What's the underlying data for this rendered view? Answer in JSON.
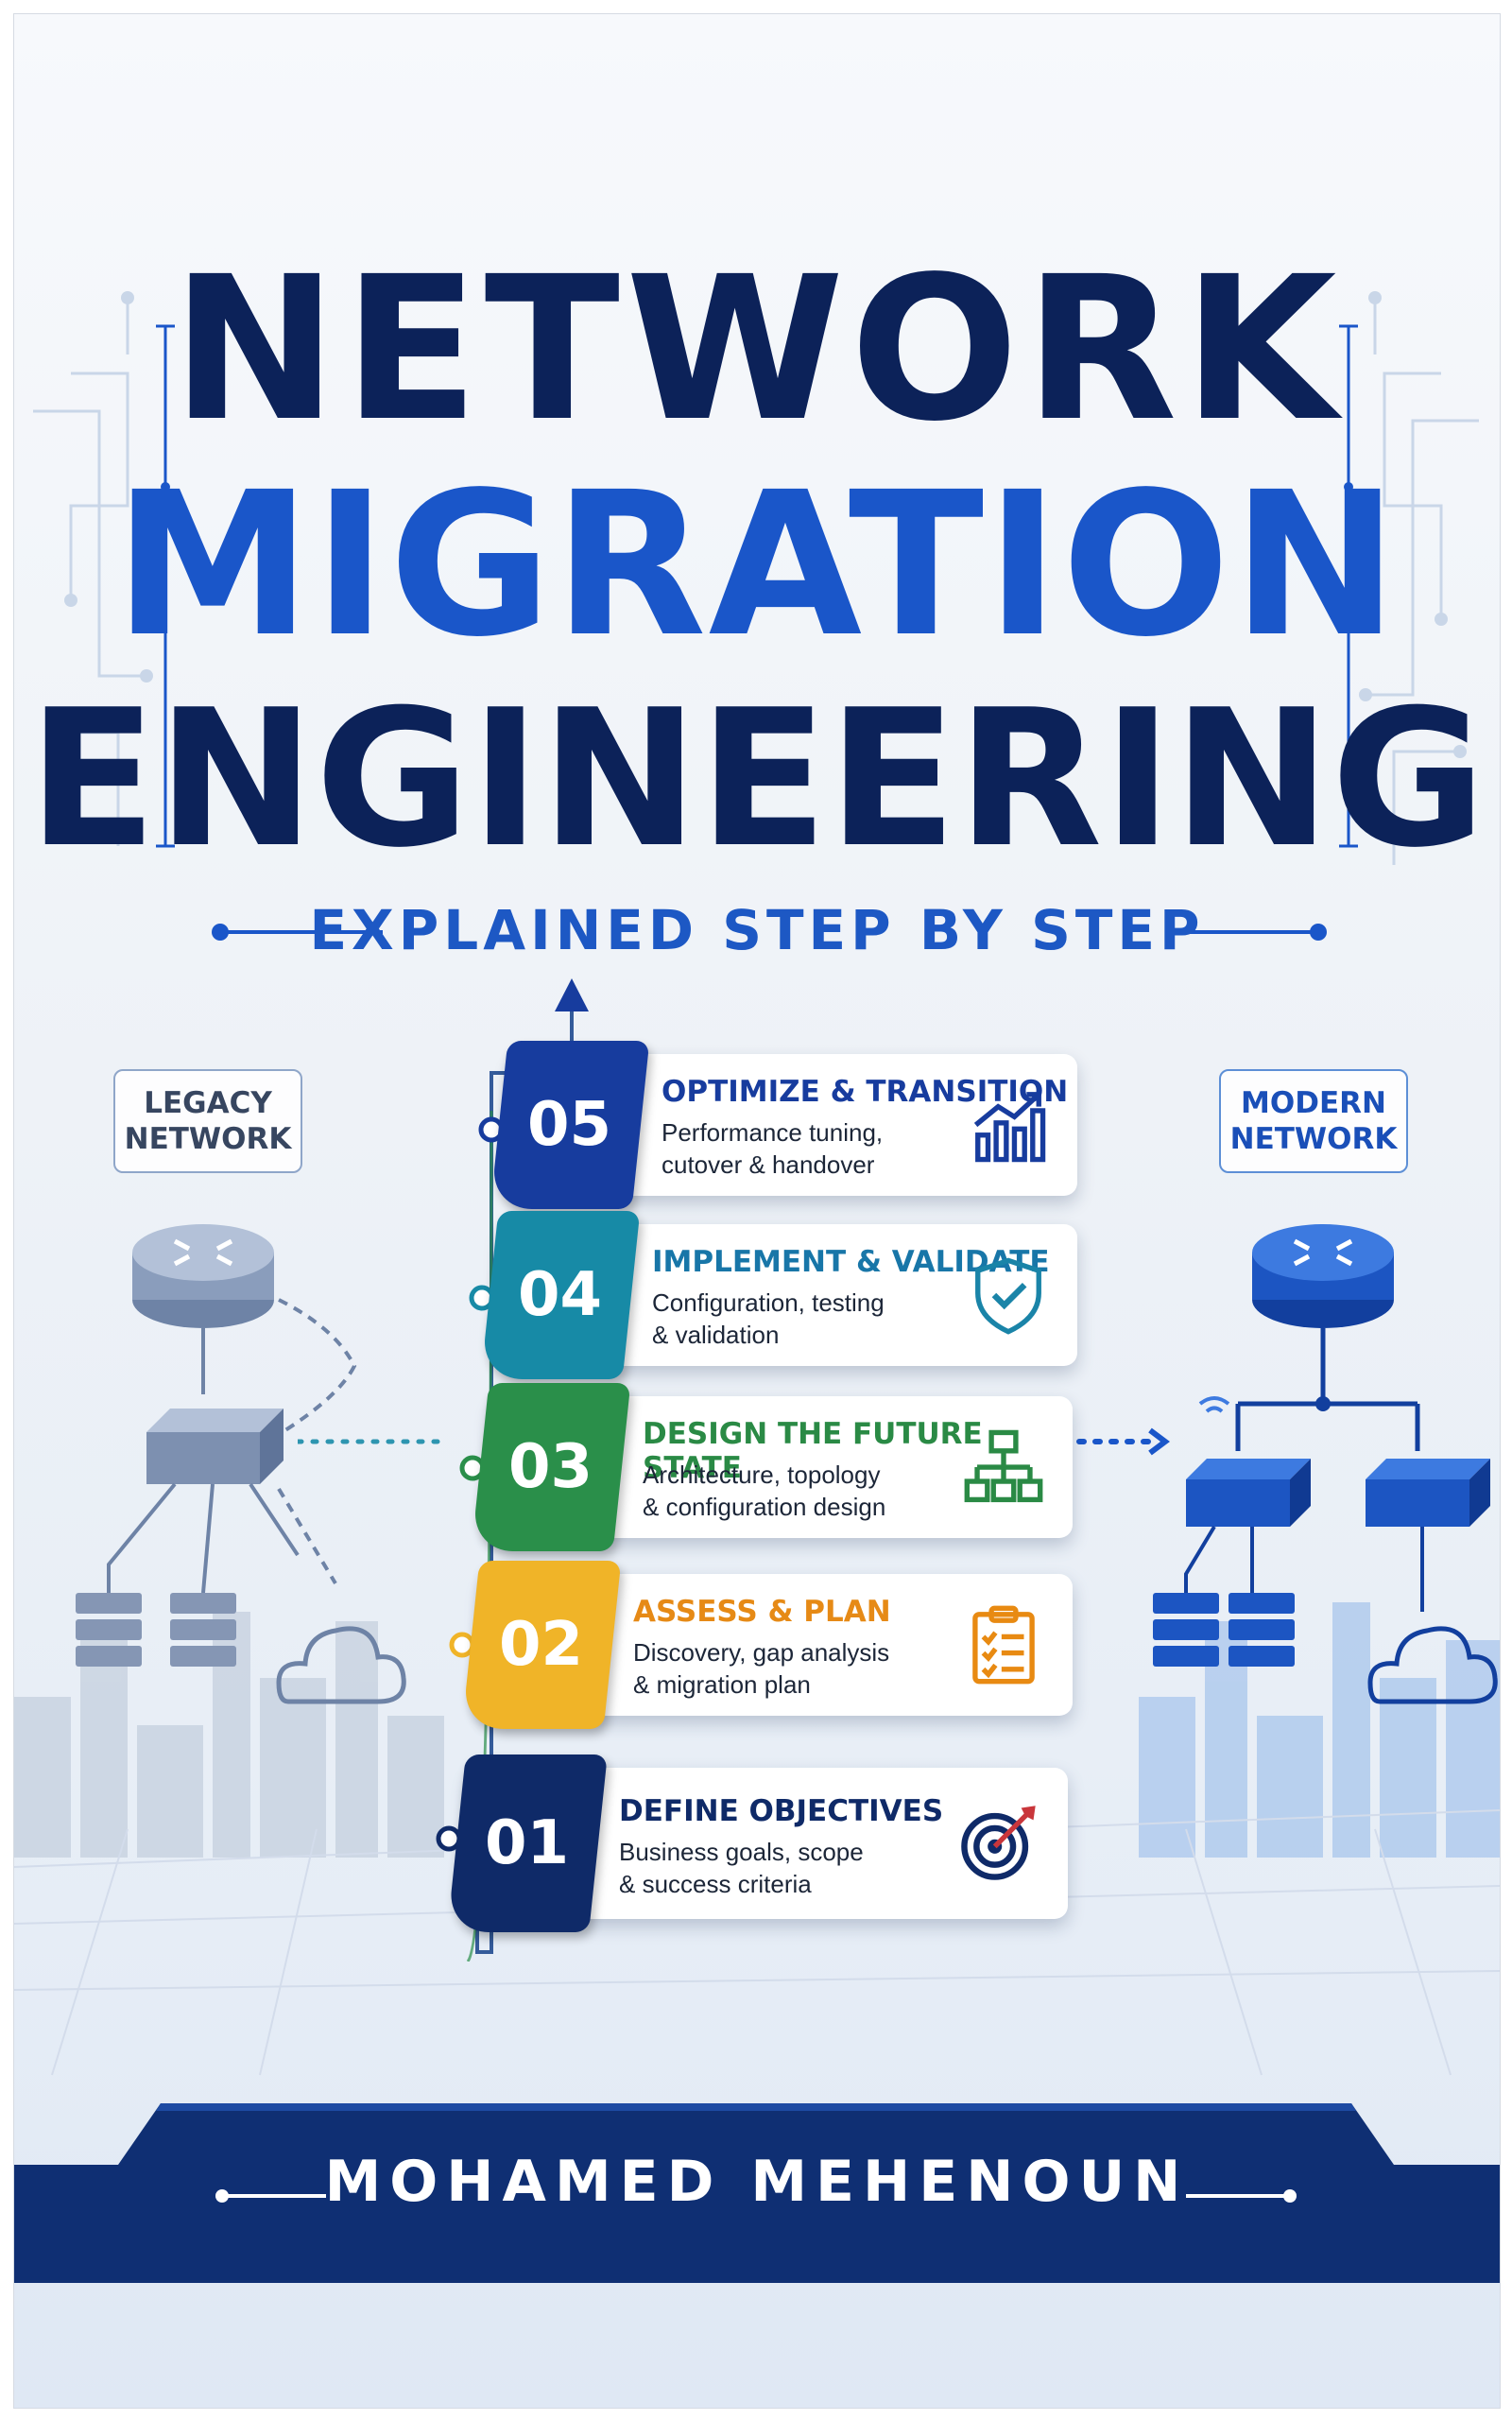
{
  "title": {
    "line1": "NETWORK",
    "line2": "MIGRATION",
    "line3": "ENGINEERING",
    "subtitle": "EXPLAINED STEP BY STEP"
  },
  "legacy": {
    "line1": "LEGACY",
    "line2": "NETWORK"
  },
  "modern": {
    "line1": "MODERN",
    "line2": "NETWORK"
  },
  "steps": [
    {
      "number": "05",
      "title": "OPTIMIZE & TRANSITION",
      "desc1": "Performance tuning,",
      "desc2": "cutover & handover",
      "icon": "growth-chart-icon",
      "color": "#173c9e",
      "title_color": "#173c9e"
    },
    {
      "number": "04",
      "title": "IMPLEMENT & VALIDATE",
      "desc1": "Configuration, testing",
      "desc2": "& validation",
      "icon": "shield-check-icon",
      "color": "#178aa6",
      "title_color": "#1876a8"
    },
    {
      "number": "03",
      "title": "DESIGN THE FUTURE STATE",
      "desc1": "Architecture, topology",
      "desc2": "& configuration design",
      "icon": "hierarchy-icon",
      "color": "#2a8f4a",
      "title_color": "#2a8a45"
    },
    {
      "number": "02",
      "title": "ASSESS & PLAN",
      "desc1": "Discovery, gap analysis",
      "desc2": "& migration plan",
      "icon": "checklist-icon",
      "color": "#f0b428",
      "title_color": "#e68a16"
    },
    {
      "number": "01",
      "title": "DEFINE OBJECTIVES",
      "desc1": "Business goals, scope",
      "desc2": "& success criteria",
      "icon": "target-icon",
      "color": "#0f2a68",
      "title_color": "#0f2a68"
    }
  ],
  "author": "MOHAMED MEHENOUN",
  "colors": {
    "navy": "#0c2259",
    "blue": "#1a56c9",
    "footer": "#0f2f73"
  }
}
